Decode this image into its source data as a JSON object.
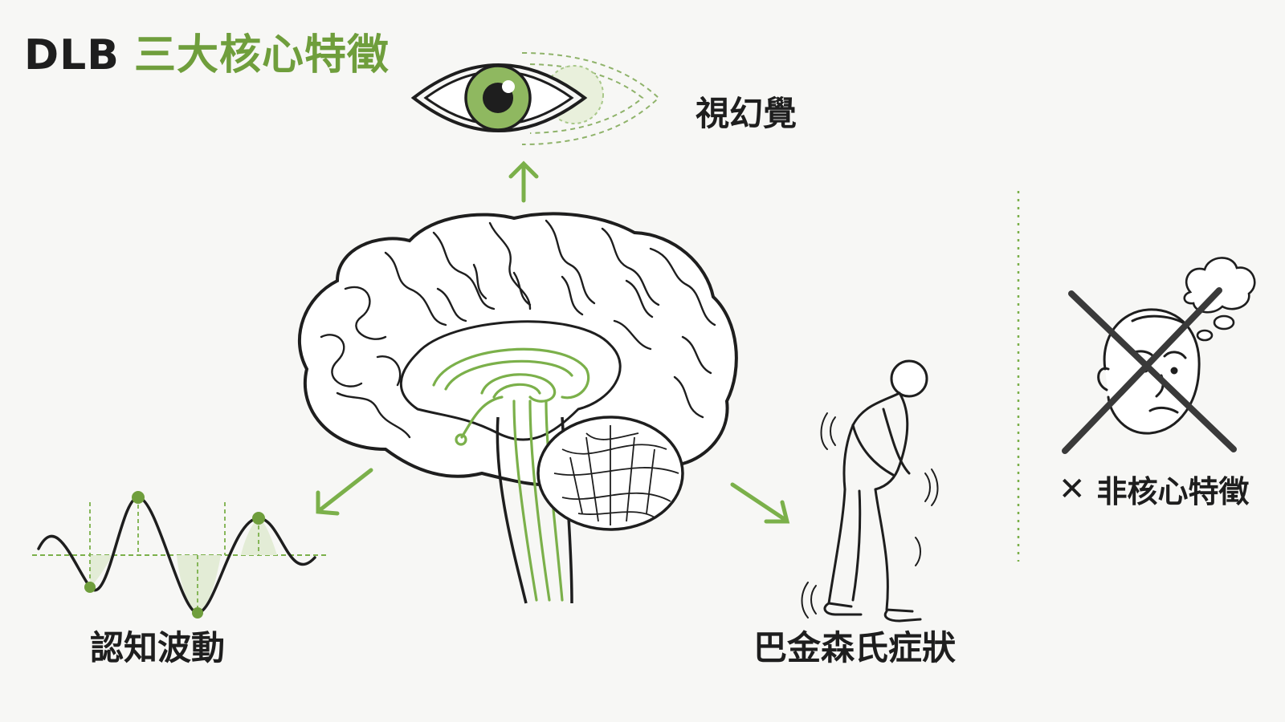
{
  "title": {
    "abbr": "DLB",
    "rest": "三大核心特徵"
  },
  "features": {
    "visual_hallucination": "視幻覺",
    "cognitive_fluctuation": "認知波動",
    "parkinsonism": "巴金森氏症狀"
  },
  "non_core": {
    "marker": "✕",
    "label": "非核心特徵"
  },
  "colors": {
    "accent": "#6f9e3c",
    "ink": "#1e1e1e",
    "background": "#f7f7f5"
  },
  "icons": [
    "eye-icon",
    "brain-illustration",
    "wave-icon",
    "stooped-walker-icon",
    "confused-face-icon",
    "cross-out-icon",
    "thought-bubble-icon"
  ]
}
